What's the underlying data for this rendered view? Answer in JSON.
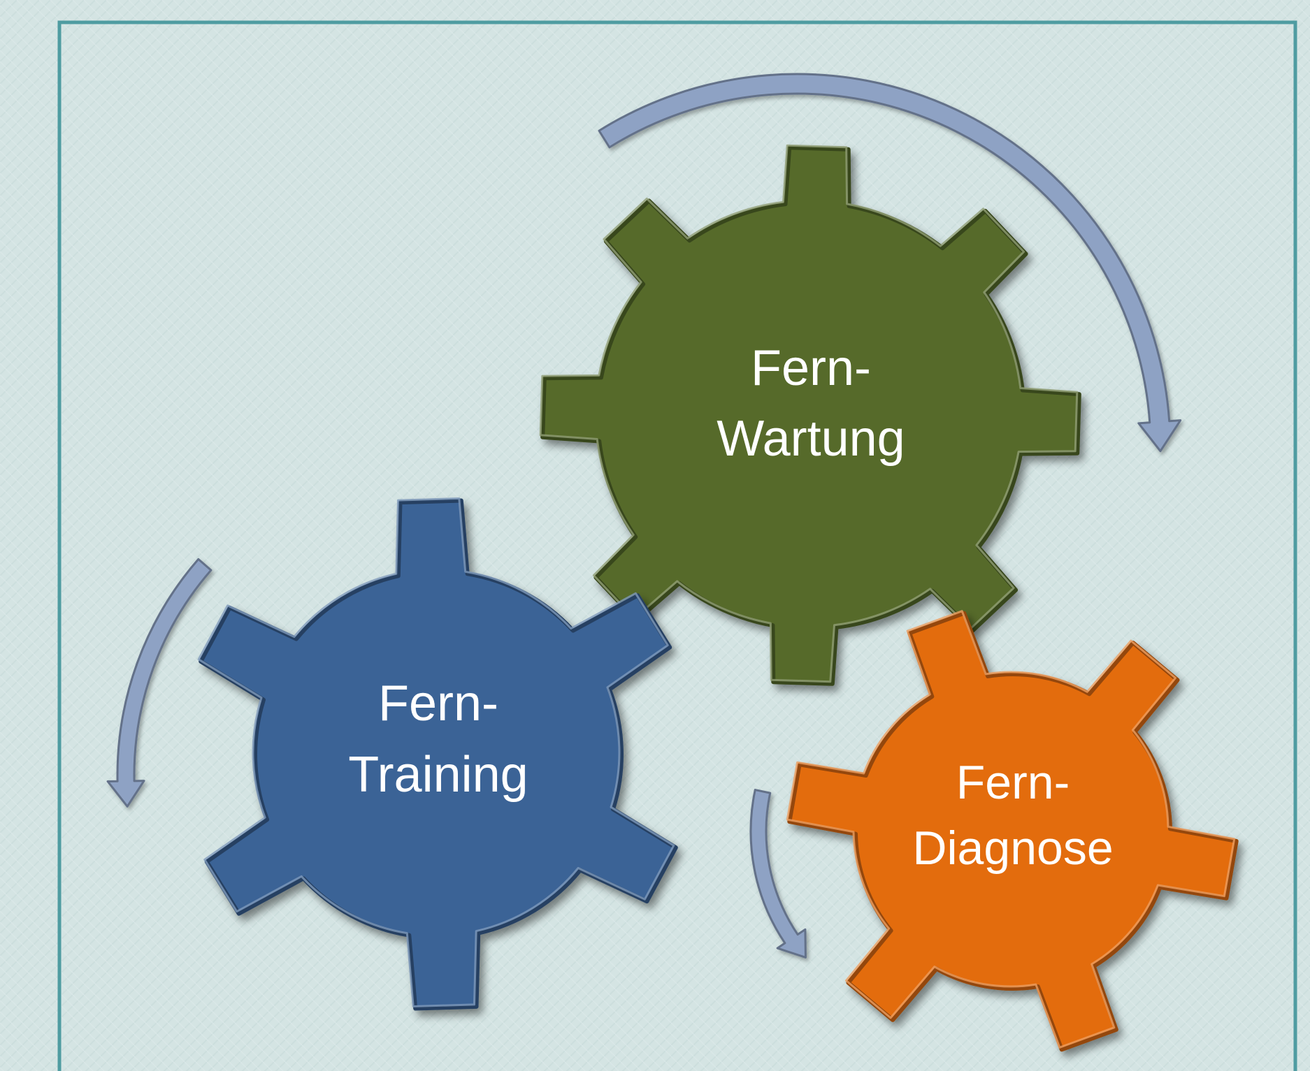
{
  "gears": [
    {
      "id": "wartung",
      "line1": "Fern-",
      "line2": "Wartung",
      "color": "#566b2b"
    },
    {
      "id": "training",
      "line1": "Fern-",
      "line2": "Training",
      "color": "#3a6396"
    },
    {
      "id": "diagnose",
      "line1": "Fern-",
      "line2": "Diagnose",
      "color": "#e36c0a"
    }
  ],
  "colors": {
    "background": "#d3e3e2",
    "frame_border": "#4f9ca1",
    "arrow": "#8ea2c4"
  },
  "arrows": [
    {
      "name": "arrow-around-wartung",
      "direction": "clockwise"
    },
    {
      "name": "arrow-left-of-training",
      "direction": "counter-clockwise"
    },
    {
      "name": "arrow-left-of-diagnose",
      "direction": "counter-clockwise"
    }
  ]
}
